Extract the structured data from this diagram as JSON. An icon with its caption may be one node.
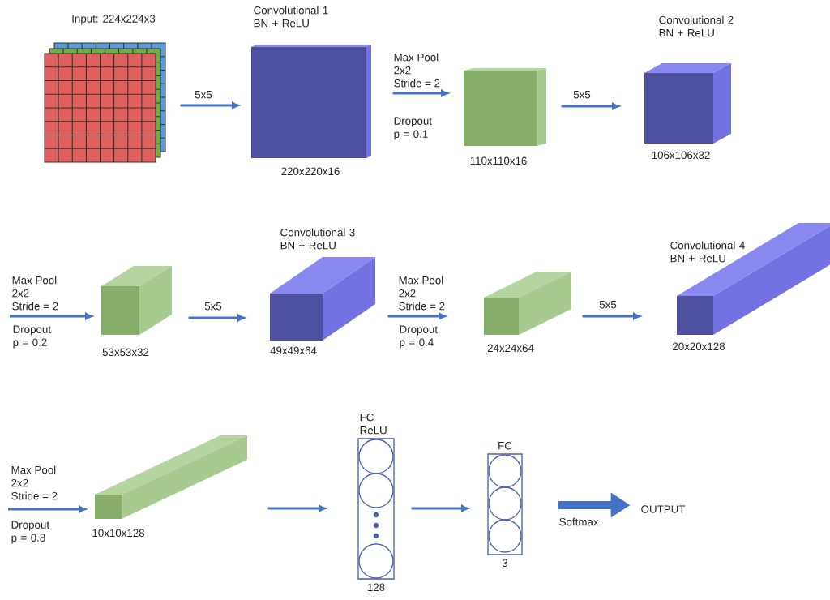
{
  "diagram": {
    "nodes": [
      {
        "text": [
          "Input: 224x224x3"
        ]
      },
      {
        "text": [
          "Convolutional 1 BN + ReLU",
          "220x220x16"
        ]
      },
      {
        "text": [
          "110x110x16"
        ]
      },
      {
        "text": [
          "Convolutional 2 BN + ReLU",
          "106x106x32"
        ]
      },
      {
        "text": [
          "53x53x32"
        ]
      },
      {
        "text": [
          "Convolutional 3 BN + ReLU",
          "49x49x64"
        ]
      },
      {
        "text": [
          "24x24x64"
        ]
      },
      {
        "text": [
          "Convolutional 4 BN + ReLU",
          "20x20x128"
        ]
      },
      {
        "text": [
          "10x10x128"
        ]
      },
      {
        "text": [
          "FC ReLU",
          "128"
        ]
      },
      {
        "text": [
          "FC",
          "3"
        ]
      },
      {
        "text": [
          "OUTPUT"
        ]
      }
    ],
    "edges": [
      {
        "from": 0,
        "to": 1,
        "arrow": "to",
        "label": "5x5"
      },
      {
        "from": 1,
        "to": 2,
        "arrow": "to",
        "label": "Max Pool 2x2 Stride = 2"
      },
      {
        "from": 2,
        "to": 3,
        "arrow": "to",
        "label": "5x5"
      },
      {
        "from": null,
        "to": 4,
        "arrow": "to",
        "label": "Max Pool 2x2 Stride = 2"
      },
      {
        "from": 4,
        "to": 5,
        "arrow": "to",
        "label": "5x5"
      },
      {
        "from": 5,
        "to": 6,
        "arrow": "to",
        "label": "Max Pool 2x2 Stride = 2"
      },
      {
        "from": 6,
        "to": 7,
        "arrow": "to",
        "label": "5x5"
      },
      {
        "from": null,
        "to": 8,
        "arrow": "to",
        "label": "Max Pool 2x2 Stride = 2"
      },
      {
        "from": 8,
        "to": 9,
        "arrow": "to"
      },
      {
        "from": 9,
        "to": 10,
        "arrow": "to"
      },
      {
        "from": 10,
        "to": 11,
        "arrow": "to",
        "label": "Softmax",
        "style": "thick"
      }
    ],
    "labels": [
      "Dropout p = 0.1",
      "Dropout p = 0.2",
      "Dropout p = 0.4",
      "Dropout p = 0.8"
    ]
  }
}
